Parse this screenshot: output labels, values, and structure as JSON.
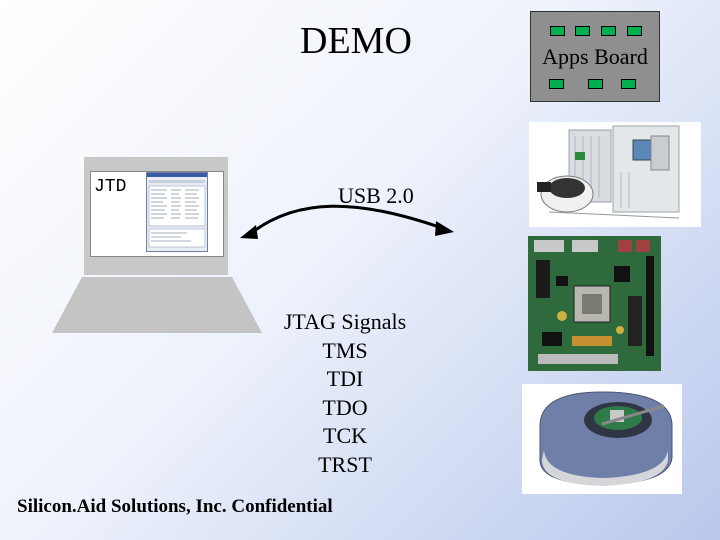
{
  "title": "DEMO",
  "apps_board": {
    "label": "Apps Board"
  },
  "laptop": {
    "screen_label": "JTD"
  },
  "link_label": "USB 2.0",
  "signals": [
    "JTAG Signals",
    "TMS",
    "TDI",
    "TDO",
    "TCK",
    "TRST"
  ],
  "footer": "Silicon.Aid Solutions, Inc. Confidential",
  "colors": {
    "chip": "#00b050",
    "board_bg": "#8f8f8f",
    "laptop_base": "#c4c4c4"
  }
}
